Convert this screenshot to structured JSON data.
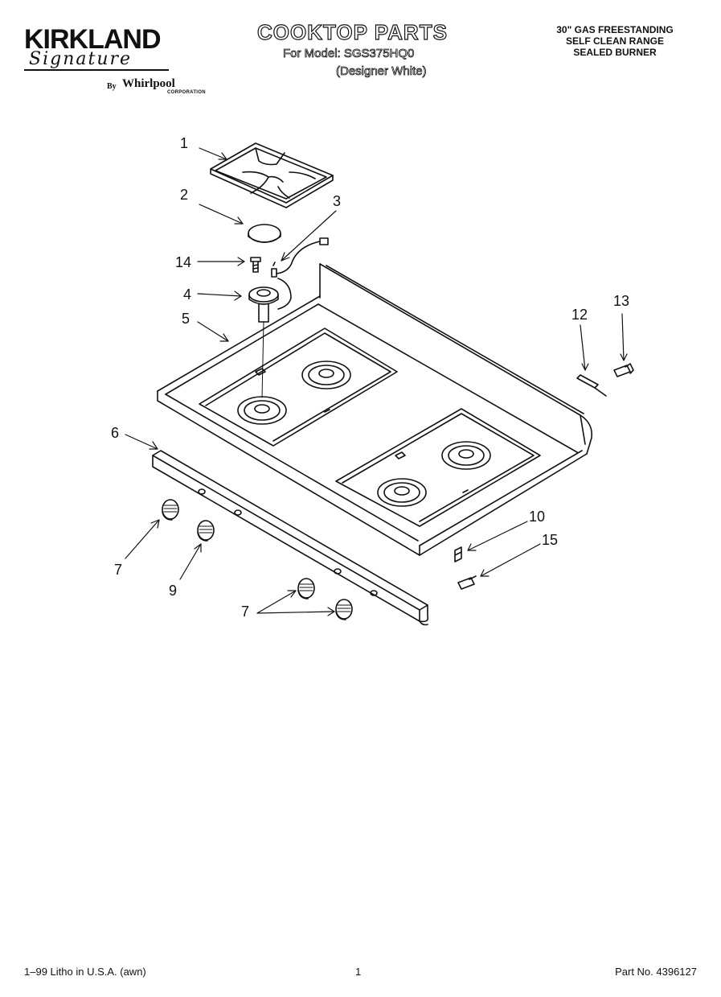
{
  "header": {
    "brand_primary": "KIRKLAND",
    "brand_secondary": "Signature",
    "by_label": "By",
    "partner_brand": "Whirlpool",
    "partner_corp": "CORPORATION",
    "title": "COOKTOP PARTS",
    "model_line": "For Model: SGS375HQ0",
    "variant_line": "(Designer White)",
    "description": [
      "30\" GAS FREESTANDING",
      "SELF CLEAN RANGE",
      "SEALED BURNER"
    ]
  },
  "callouts": [
    "1",
    "2",
    "3",
    "14",
    "4",
    "5",
    "6",
    "7",
    "9",
    "7",
    "12",
    "13",
    "10",
    "15"
  ],
  "footer": {
    "print_info": "1–99 Litho in U.S.A. (awn)",
    "page_number": "1",
    "part_number": "Part No. 4396127"
  }
}
